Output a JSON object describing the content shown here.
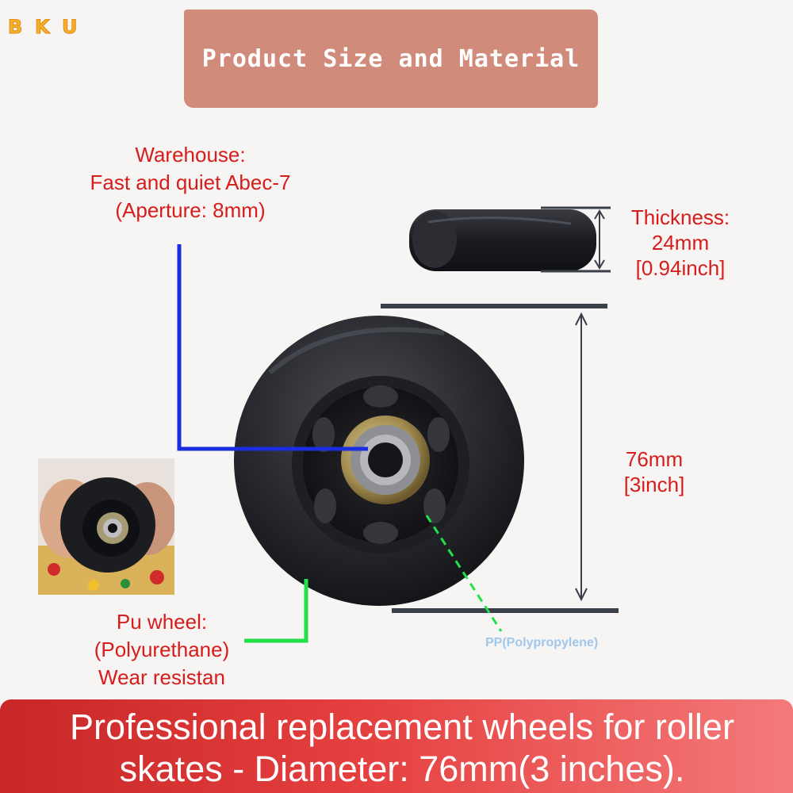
{
  "logo": {
    "letters": [
      "B",
      "K",
      "U"
    ]
  },
  "banner": {
    "title": "Product Size and Material"
  },
  "labels": {
    "warehouse": [
      "Warehouse:",
      "Fast and quiet Abec-7",
      "(Aperture: 8mm)"
    ],
    "thickness": [
      "Thickness:",
      "24mm",
      "[0.94inch]"
    ],
    "diameter": [
      "76mm",
      "[3inch]"
    ],
    "pu_wheel": [
      "Pu wheel:",
      "(Polyurethane)",
      "Wear resistan"
    ],
    "pp": "PP(Polypropylene)"
  },
  "footer": {
    "line1": "Professional replacement wheels for roller",
    "line2": "skates - Diameter: 76mm(3 inches)."
  },
  "colors": {
    "banner": "#d18b7a",
    "label_red": "#d71c1c",
    "blue_line": "#1a2ee0",
    "green_line": "#22e04a",
    "dimension_line": "#3a3f4a"
  }
}
